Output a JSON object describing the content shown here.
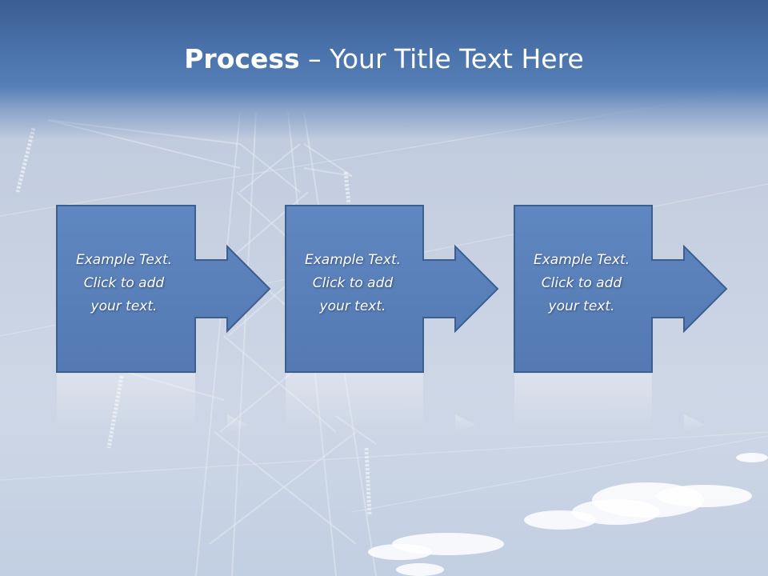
{
  "title": {
    "bold": "Process",
    "rest": " – Your Title Text Here"
  },
  "steps": [
    {
      "text": "Example Text.\nClick  to add\nyour text."
    },
    {
      "text": "Example Text.\nClick  to add\nyour text."
    },
    {
      "text": "Example Text.\nClick  to add\nyour text."
    }
  ],
  "colors": {
    "title_band": "#4a72aa",
    "step_fill": "#5a82bc",
    "step_stroke": "#3c5f90",
    "text": "#ffffff"
  }
}
